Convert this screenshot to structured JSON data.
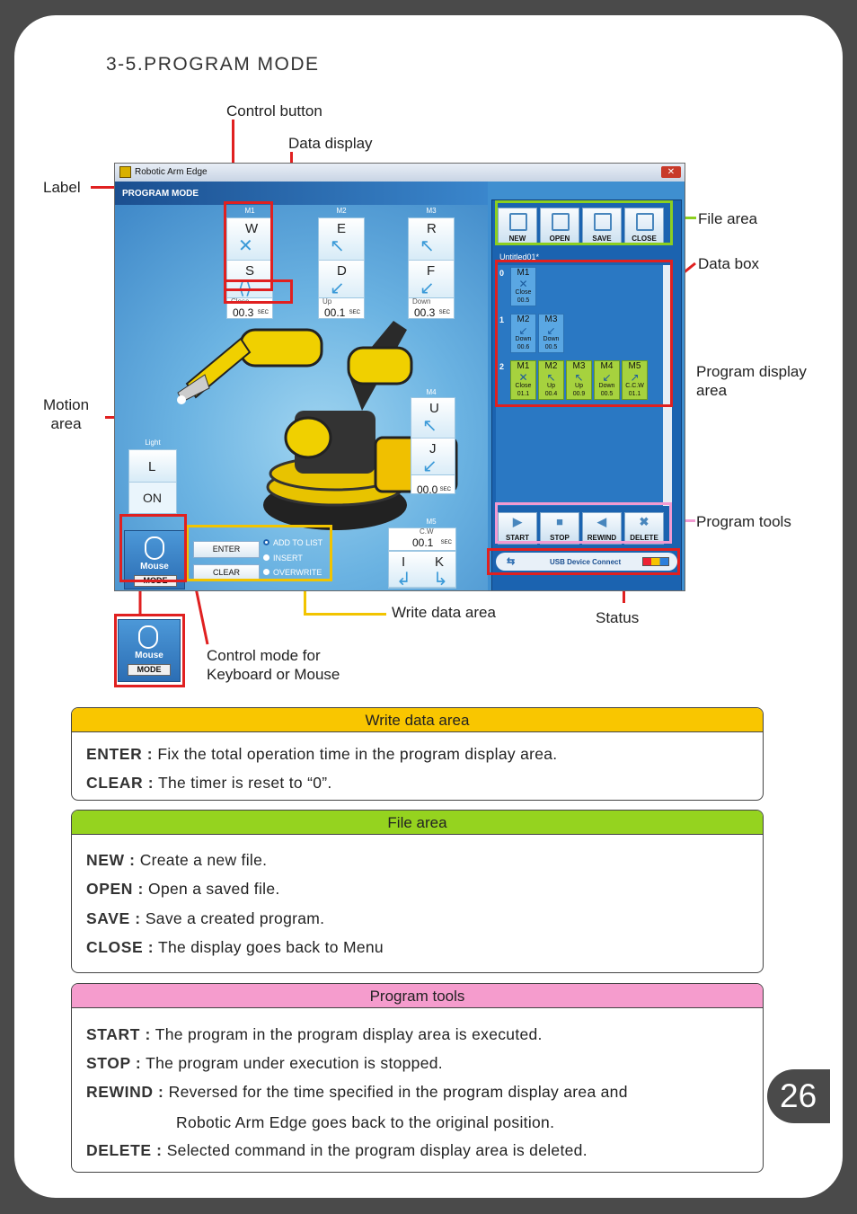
{
  "section_title": "3-5.PROGRAM  MODE",
  "callouts": {
    "control_button": "Control button",
    "data_display": "Data display",
    "label": "Label",
    "file_area": "File area",
    "data_box": "Data box",
    "program_display_area": "Program display\narea",
    "motion_area": "Motion\narea",
    "program_tools": "Program tools",
    "write_data_area": "Write data area",
    "status": "Status",
    "control_mode": "Control mode for\nKeyboard or Mouse"
  },
  "app": {
    "window_title": "Robotic Arm Edge",
    "mode_label": "PROGRAM MODE",
    "motors": [
      {
        "id": "M1",
        "key_up": "W",
        "key_down": "S",
        "action": "Close",
        "time": "00.3",
        "unit": "SEC"
      },
      {
        "id": "M2",
        "key_up": "E",
        "key_down": "D",
        "action": "Up",
        "time": "00.1",
        "unit": "SEC"
      },
      {
        "id": "M3",
        "key_up": "R",
        "key_down": "F",
        "action": "Down",
        "time": "00.3",
        "unit": "SEC"
      },
      {
        "id": "M4",
        "key_up": "U",
        "key_down": "J",
        "action": "",
        "time": "00.0",
        "unit": "SEC"
      },
      {
        "id": "M5",
        "key_up": "I",
        "key_down": "K",
        "action": "C.W",
        "time": "00.1",
        "unit": "SEC"
      }
    ],
    "light": {
      "title": "Light",
      "key": "L",
      "value": "ON"
    },
    "mouse_panel": {
      "label": "Mouse",
      "mode": "MODE"
    },
    "write": {
      "enter": "ENTER",
      "clear": "CLEAR",
      "options": [
        "ADD TO LIST",
        "INSERT",
        "OVERWRITE"
      ]
    },
    "file_buttons": [
      "NEW",
      "OPEN",
      "SAVE",
      "CLOSE"
    ],
    "file_name": "Untitled01*",
    "program_rows": [
      {
        "num": "0",
        "cells": [
          {
            "m": "M1",
            "arrow": "✕",
            "act": "Close",
            "t": "00.5"
          }
        ]
      },
      {
        "num": "1",
        "cells": [
          {
            "m": "M2",
            "arrow": "↙",
            "act": "Down",
            "t": "00.6"
          },
          {
            "m": "M3",
            "arrow": "↙",
            "act": "Down",
            "t": "00.5"
          }
        ]
      },
      {
        "num": "2",
        "cells": [
          {
            "m": "M1",
            "arrow": "✕",
            "act": "Close",
            "t": "01.1"
          },
          {
            "m": "M2",
            "arrow": "↖",
            "act": "Up",
            "t": "00.4"
          },
          {
            "m": "M3",
            "arrow": "↖",
            "act": "Up",
            "t": "00.9"
          },
          {
            "m": "M4",
            "arrow": "↙",
            "act": "Down",
            "t": "00.5"
          },
          {
            "m": "M5",
            "arrow": "↗",
            "act": "C.C.W",
            "t": "01.1"
          }
        ]
      }
    ],
    "tool_buttons": [
      {
        "icon": "▶",
        "label": "START"
      },
      {
        "icon": "■",
        "label": "STOP"
      },
      {
        "icon": "◀",
        "label": "REWIND"
      },
      {
        "icon": "✖",
        "label": "DELETE"
      }
    ],
    "status_text": "USB Device Connect"
  },
  "boxes": {
    "write": {
      "header": "Write data area",
      "lines": [
        {
          "k": "ENTER :",
          "v": " Fix the total operation time in the program display area."
        },
        {
          "k": "CLEAR :",
          "v": " The timer is reset to “0”."
        }
      ]
    },
    "file": {
      "header": "File area",
      "lines": [
        {
          "k": "NEW :",
          "v": " Create a new file."
        },
        {
          "k": "OPEN :",
          "v": " Open a saved file."
        },
        {
          "k": "SAVE :",
          "v": " Save a created program."
        },
        {
          "k": "CLOSE :",
          "v": " The display goes back to Menu"
        }
      ]
    },
    "tools": {
      "header": "Program tools",
      "lines": [
        {
          "k": "START :",
          "v": " The program in the program display area is executed."
        },
        {
          "k": "STOP :",
          "v": " The program under execution is stopped."
        },
        {
          "k": "REWIND :",
          "v": " Reversed for the time specified in the program display area and"
        },
        {
          "k": "",
          "v": "Robotic Arm Edge goes back to the original position."
        },
        {
          "k": "DELETE :",
          "v": " Selected command in the program display area is deleted."
        }
      ]
    }
  },
  "page_number": "26",
  "colors": {
    "write_header": "#f9c600",
    "file_header": "#95d31f",
    "tools_header": "#f59ccd",
    "callout_red": "#e02020"
  }
}
